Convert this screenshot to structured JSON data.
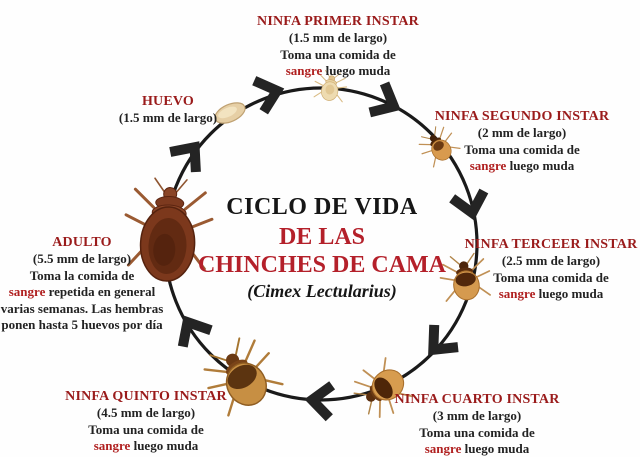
{
  "center_title": {
    "line1": "CICLO DE VIDA",
    "line2": "DE LAS",
    "line3": "CHINCHES DE CAMA",
    "line4": "(Cimex Lectularius)"
  },
  "stages": [
    {
      "id": "huevo",
      "title": "HUEVO",
      "size": "(1.5 mm de largo)"
    },
    {
      "id": "ninfa-primer-instar",
      "title": "NINFA PRIMER INSTAR",
      "size": "(1.5 mm de largo)",
      "desc1": "Toma una comida de",
      "desc2_red": "sangre",
      "desc2_rest": " luego muda"
    },
    {
      "id": "ninfa-segundo-instar",
      "title": "NINFA SEGUNDO INSTAR",
      "size": "(2 mm de largo)",
      "desc1": "Toma una comida de",
      "desc2_red": "sangre",
      "desc2_rest": " luego muda"
    },
    {
      "id": "ninfa-terceer-instar",
      "title": "NINFA TERCEER INSTAR",
      "size": "(2.5 mm de largo)",
      "desc1": "Toma una comida de",
      "desc2_red": "sangre",
      "desc2_rest": " luego muda"
    },
    {
      "id": "ninfa-cuarto-instar",
      "title": "NINFA CUARTO INSTAR",
      "size": "(3 mm de largo)",
      "desc1": "Toma una comida de",
      "desc2_red": "sangre",
      "desc2_rest": " luego muda"
    },
    {
      "id": "ninfa-quinto-instar",
      "title": "NINFA QUINTO INSTAR",
      "size": "(4.5 mm de largo)",
      "desc1": "Toma una comida de",
      "desc2_red": "sangre",
      "desc2_rest": " luego muda"
    },
    {
      "id": "adulto",
      "title": "ADULTO",
      "size": "(5.5 mm de largo)",
      "desc1": "Toma la comida de",
      "desc2_red": "sangre",
      "desc2_rest": " repetida en general",
      "desc3": "varias semanas. Las hembras",
      "desc4": "ponen hasta 5 huevos por día"
    }
  ],
  "icons": {
    "cycle_circle": "life-cycle-circle",
    "arrow": "clockwise-chevron-arrow-icon",
    "egg": "bedbug-egg-icon",
    "nymph": "bedbug-nymph-icon",
    "adult": "bedbug-adult-icon"
  },
  "colors": {
    "stage_title_red": "#9a1b1b",
    "sangre_red": "#b02020",
    "center_red": "#b4202a",
    "text_dark": "#232323",
    "circle_black": "#1a1a1a"
  }
}
